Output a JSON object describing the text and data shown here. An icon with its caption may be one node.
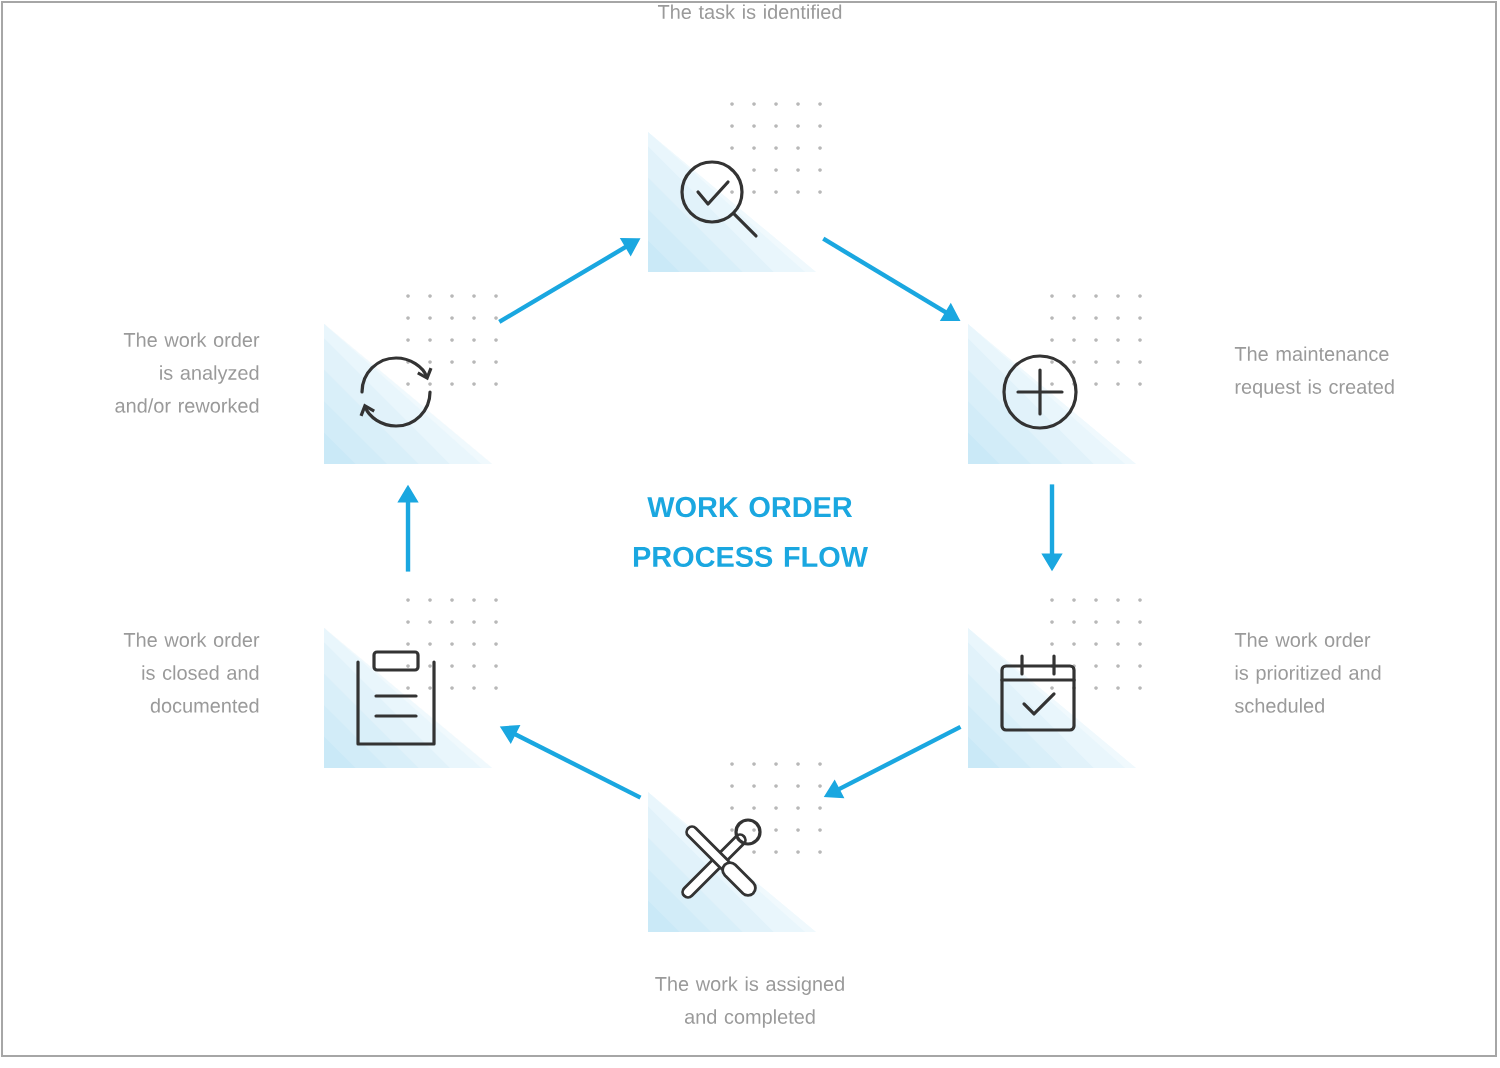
{
  "diagram": {
    "title": "WORK ORDER PROCESS FLOW",
    "nodes": [
      {
        "text": [
          "The task is identified"
        ]
      },
      {
        "text": [
          "The maintenance request is created"
        ]
      },
      {
        "text": [
          "The work order is prioritized and scheduled"
        ]
      },
      {
        "text": [
          "The work is assigned and completed"
        ]
      },
      {
        "text": [
          "The work order is closed and documented"
        ]
      },
      {
        "text": [
          "The work order is analyzed and/or reworked"
        ]
      }
    ],
    "edges": [
      {
        "from": 0,
        "to": 1,
        "arrow": "to"
      },
      {
        "from": 1,
        "to": 2,
        "arrow": "to"
      },
      {
        "from": 2,
        "to": 3,
        "arrow": "to"
      },
      {
        "from": 3,
        "to": 4,
        "arrow": "to"
      },
      {
        "from": 4,
        "to": 5,
        "arrow": "to"
      },
      {
        "from": 5,
        "to": 0,
        "arrow": "to"
      }
    ]
  }
}
